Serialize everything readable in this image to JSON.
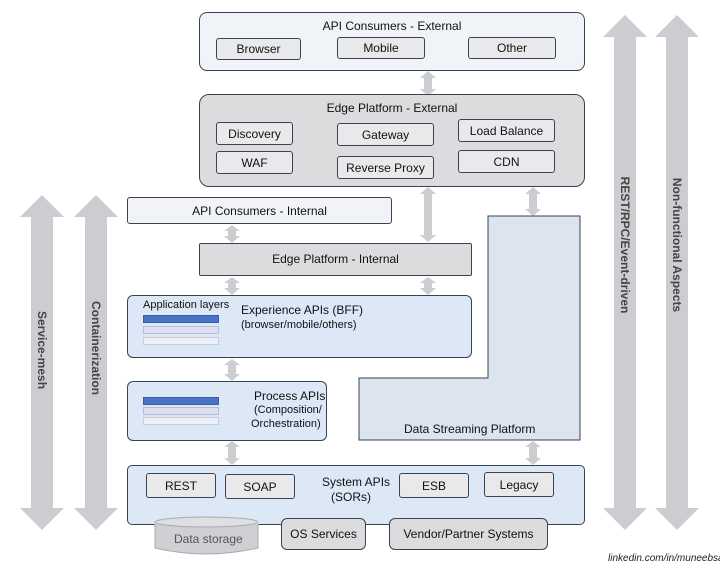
{
  "consumers_external": {
    "title": "API Consumers - External",
    "items": [
      "Browser",
      "Mobile",
      "Other"
    ]
  },
  "edge_external": {
    "title": "Edge Platform - External",
    "items": [
      "Discovery",
      "Gateway",
      "Load Balance",
      "WAF",
      "Reverse Proxy",
      "CDN"
    ]
  },
  "consumers_internal": {
    "title": "API Consumers - Internal"
  },
  "edge_internal": {
    "title": "Edge Platform - Internal"
  },
  "experience": {
    "layers_label": "Application layers",
    "title": "Experience APIs (BFF)",
    "subtitle": "(browser/mobile/others)"
  },
  "process": {
    "title": "Process APIs",
    "line2": "(Composition/",
    "line3": "Orchestration)"
  },
  "streaming": {
    "title": "Data Streaming Platform"
  },
  "system": {
    "title": "System APIs",
    "subtitle": "(SORs)",
    "items": [
      "REST",
      "SOAP",
      "ESB",
      "Legacy"
    ]
  },
  "backends": {
    "data_storage": "Data storage",
    "os_services": "OS Services",
    "vendor": "Vendor/Partner Systems"
  },
  "side_labels": {
    "service_mesh": "Service-mesh",
    "containerization": "Containerization",
    "rest_rpc": "REST/RPC/Event-driven",
    "non_functional": "Non-functional Aspects"
  },
  "credit": "linkedin.com/in/muneebsa",
  "colors": {
    "blue_fill": "#dce8f6",
    "gray_fill": "#e3e3e6",
    "arrow": "#cbcbcf",
    "bar_blue": "#4a72c4"
  }
}
